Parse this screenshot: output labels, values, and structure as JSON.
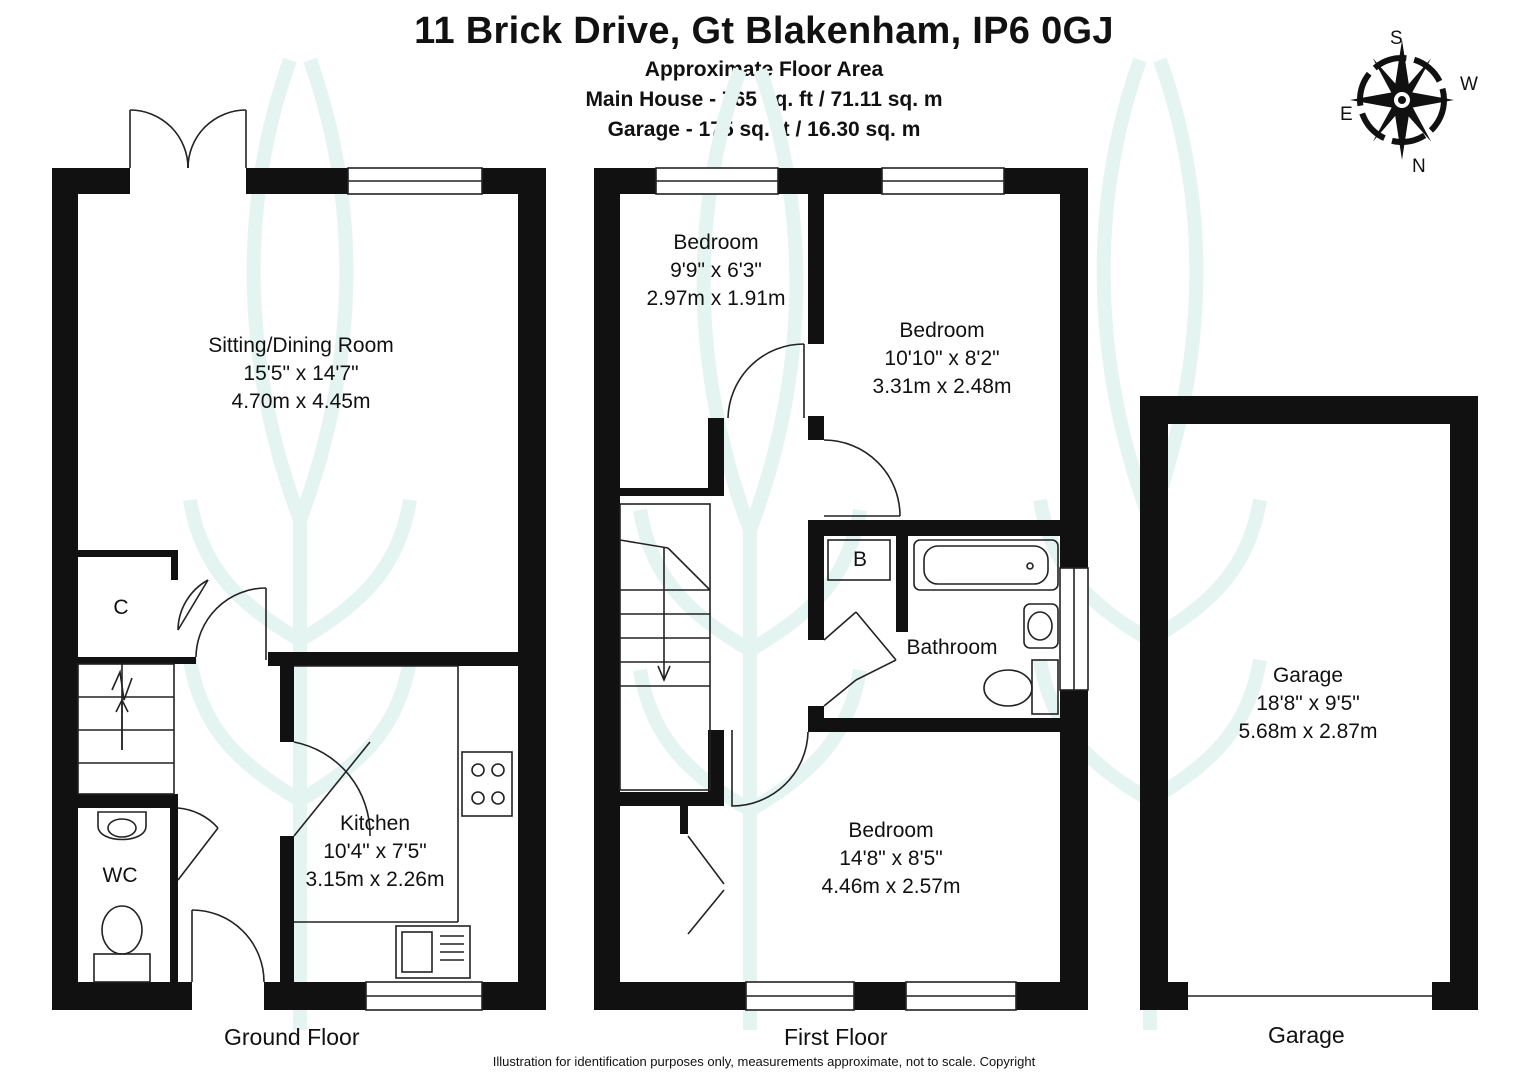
{
  "header": {
    "address": "11 Brick Drive, Gt Blakenham, IP6 0GJ",
    "subtitle": "Approximate Floor Area",
    "main_house_area": "Main House - 765 sq. ft / 71.11 sq. m",
    "garage_area": "Garage - 175 sq. ft / 16.30 sq. m"
  },
  "compass": {
    "north": "N",
    "south": "S",
    "east": "E",
    "west": "W"
  },
  "rooms": {
    "sitting": {
      "name": "Sitting/Dining Room",
      "imperial": "15'5\" x 14'7\"",
      "metric": "4.70m x 4.45m"
    },
    "cupboard": {
      "name": "C"
    },
    "wc": {
      "name": "WC"
    },
    "kitchen": {
      "name": "Kitchen",
      "imperial": "10'4\" x 7'5\"",
      "metric": "3.15m x 2.26m"
    },
    "bedroom1": {
      "name": "Bedroom",
      "imperial": "9'9\" x 6'3\"",
      "metric": "2.97m x 1.91m"
    },
    "bedroom2": {
      "name": "Bedroom",
      "imperial": "10'10\" x 8'2\"",
      "metric": "3.31m x 2.48m"
    },
    "boiler": {
      "name": "B"
    },
    "bathroom": {
      "name": "Bathroom"
    },
    "bedroom3": {
      "name": "Bedroom",
      "imperial": "14'8\" x 8'5\"",
      "metric": "4.46m x 2.57m"
    },
    "garage": {
      "name": "Garage",
      "imperial": "18'8\" x 9'5\"",
      "metric": "5.68m x 2.87m"
    }
  },
  "floors": {
    "ground": "Ground Floor",
    "first": "First Floor",
    "garage": "Garage"
  },
  "footer": "Illustration for identification purposes only, measurements approximate, not to scale. Copyright",
  "colors": {
    "wall": "#111111",
    "watermark": "#e3f4f1",
    "line": "#222222"
  }
}
